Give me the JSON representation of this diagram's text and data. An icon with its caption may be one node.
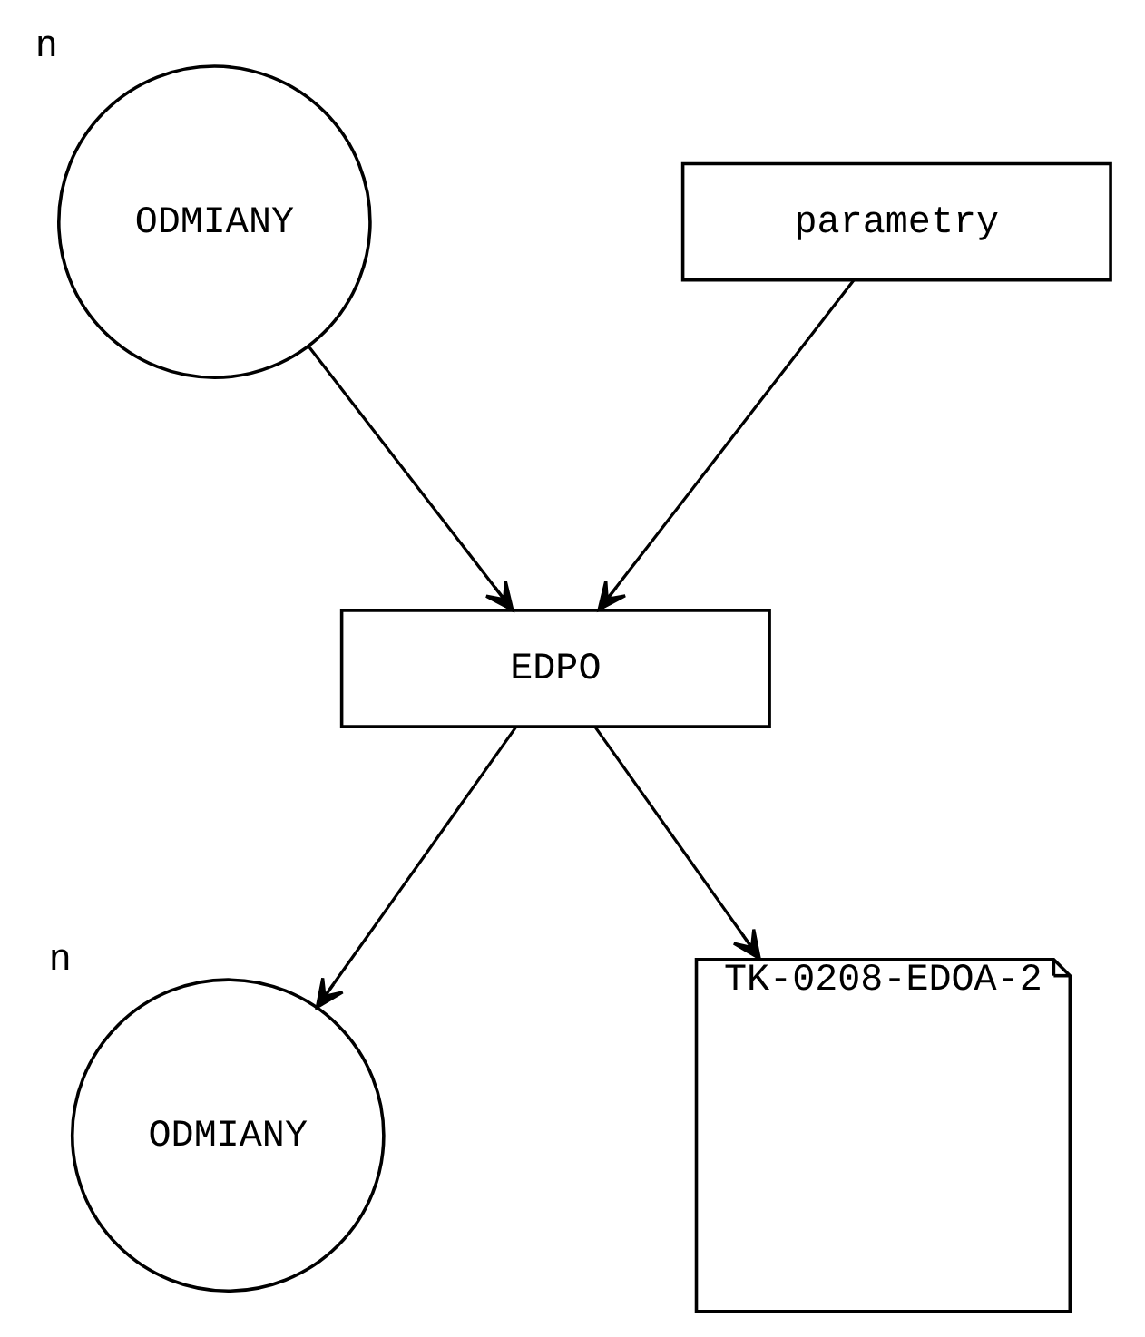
{
  "diagram": {
    "nodes": [
      {
        "text": [
          "ODMIANY"
        ],
        "beside": [
          "n"
        ]
      },
      {
        "text": [
          "parametry"
        ]
      },
      {
        "text": [
          "EDPO"
        ]
      },
      {
        "text": [
          "ODMIANY"
        ],
        "beside": [
          "n"
        ]
      },
      {
        "text": [
          "TK-0208-EDOA-2"
        ]
      }
    ],
    "edges": [
      {
        "from": 0,
        "to": 2,
        "arrow": "to"
      },
      {
        "from": 1,
        "to": 2,
        "arrow": "to"
      },
      {
        "from": 2,
        "to": 3,
        "arrow": "to"
      },
      {
        "from": 2,
        "to": 4,
        "arrow": "to"
      }
    ]
  }
}
